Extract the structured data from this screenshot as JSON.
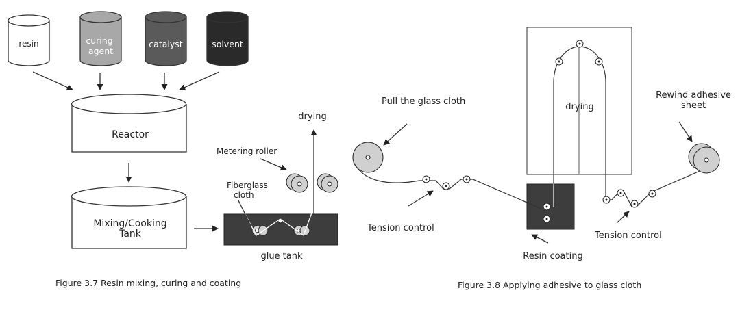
{
  "figure_37": {
    "caption": "Figure 3.7 Resin mixing, curing and coating",
    "drums": [
      {
        "label": "resin",
        "color": "#ffffff",
        "text_color": "#222222"
      },
      {
        "label": "curing agent",
        "color": "#a8a8a8",
        "text_color": "#ffffff"
      },
      {
        "label": "catalyst",
        "color": "#5a5a5a",
        "text_color": "#ffffff"
      },
      {
        "label": "solvent",
        "color": "#2a2a2a",
        "text_color": "#ffffff"
      }
    ],
    "reactor": "Reactor",
    "tank_line1": "Mixing/Cooking",
    "tank_line2": "Tank",
    "glue_tank": "glue tank",
    "drying": "drying",
    "metering_roller": "Metering roller",
    "fiberglass_line1": "Fiberglass",
    "fiberglass_line2": "cloth"
  },
  "figure_38": {
    "caption": "Figure 3.8 Applying adhesive to glass cloth",
    "pull": "Pull the glass cloth",
    "tension_left": "Tension control",
    "tension_right": "Tension control",
    "drying": "drying",
    "resin_coating": "Resin coating",
    "rewind_line1": "Rewind adhesive",
    "rewind_line2": "sheet"
  },
  "colors": {
    "dark_tank": "#3d3d3d",
    "roller": "#d0d0d0",
    "line": "#333333"
  }
}
